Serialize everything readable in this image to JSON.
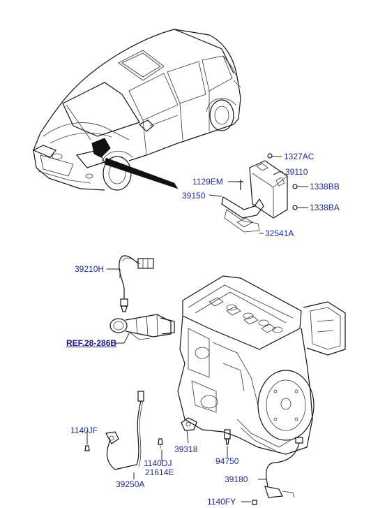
{
  "labels": {
    "l1327AC": "1327AC",
    "l39110": "39110",
    "l1129EM": "1129EM",
    "l1338BB": "1338BB",
    "l39150": "39150",
    "l1338BA": "1338BA",
    "l32541A": "32541A",
    "l39210H": "39210H",
    "ref": "REF.28-286B",
    "l1140JF": "1140JF",
    "l39318": "39318",
    "l1140DJ": "1140DJ",
    "l21614E": "21614E",
    "l94750": "94750",
    "l39250A": "39250A",
    "l39180": "39180",
    "l1140FY": "1140FY"
  },
  "colors": {
    "label": "#1f2a9c",
    "line": "#222222",
    "reference": "#1a1a8c"
  }
}
